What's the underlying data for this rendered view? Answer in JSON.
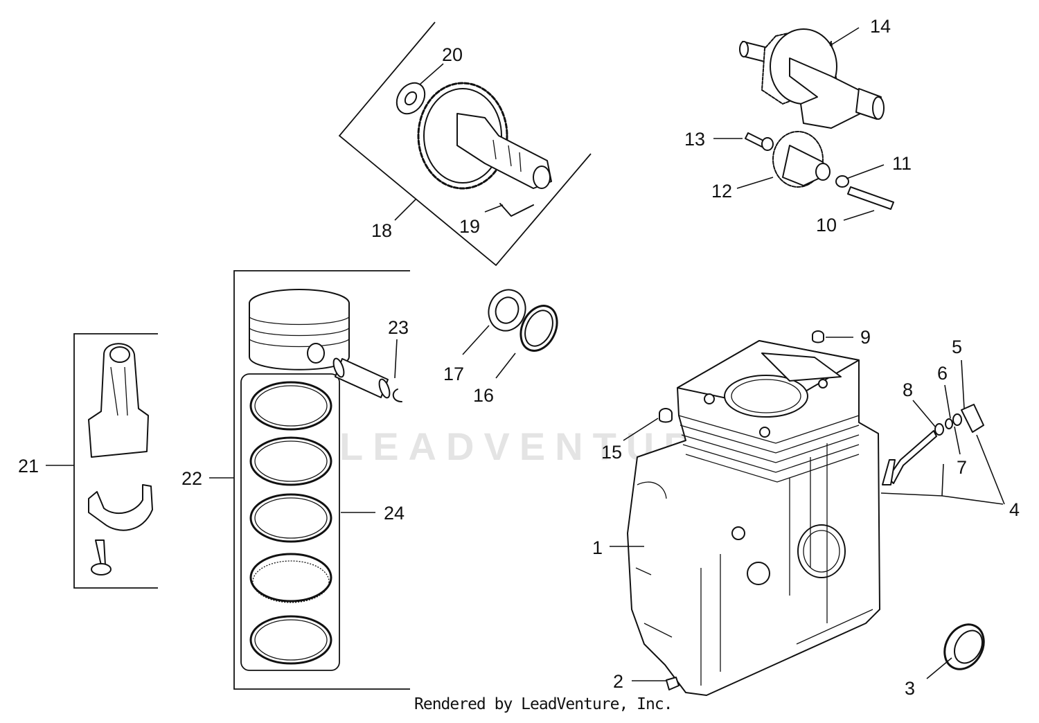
{
  "watermark": "LEADVENTURE",
  "footer": {
    "credit": "Rendered by LeadVenture, Inc."
  },
  "callouts": [
    "1",
    "2",
    "3",
    "4",
    "5",
    "6",
    "7",
    "8",
    "9",
    "10",
    "11",
    "12",
    "13",
    "14",
    "15",
    "16",
    "17",
    "18",
    "19",
    "20",
    "21",
    "22",
    "23",
    "24"
  ]
}
